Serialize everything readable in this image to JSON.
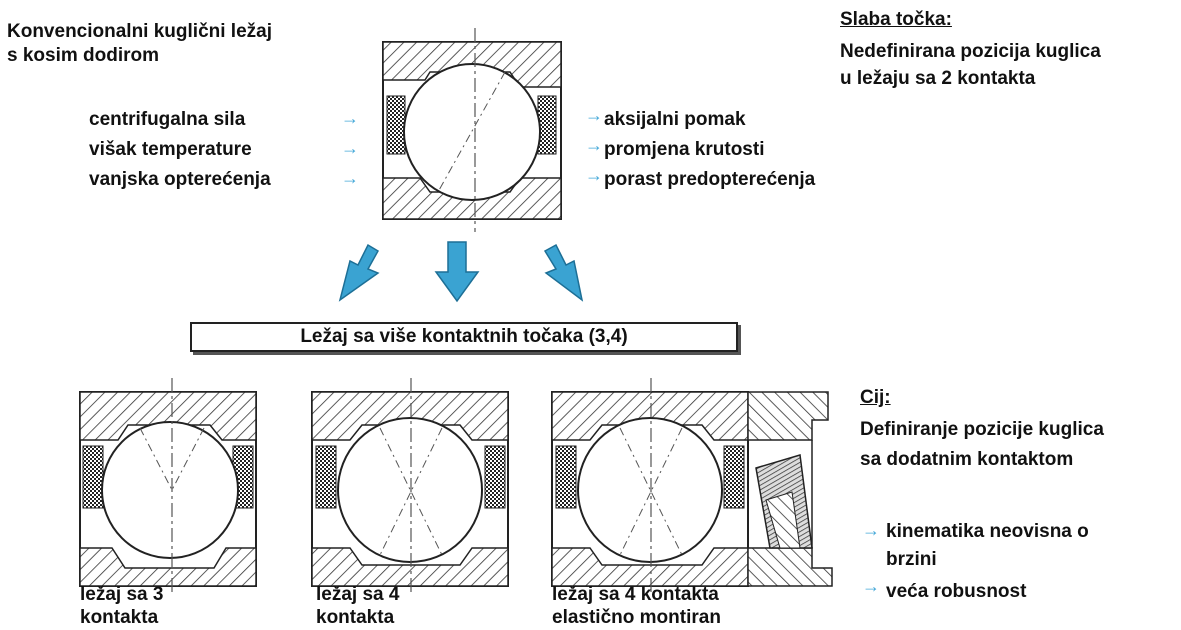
{
  "title": {
    "line1": "Konvencionalni kuglični ležaj",
    "line2": "s kosim dodirom"
  },
  "weak_point": {
    "heading": "Slaba točka:",
    "line1": "Nedefinirana pozicija kuglica",
    "line2": "u ležaju sa 2 kontakta"
  },
  "causes": [
    "centrifugalna sila",
    "višak temperature",
    "vanjska opterećenja"
  ],
  "effects": [
    "aksijalni pomak",
    "promjena krutosti",
    "porast predopterećenja"
  ],
  "multi_contact_box": "Ležaj sa više kontaktnih točaka (3,4)",
  "goal": {
    "heading": "Cij:",
    "line1": "Definiranje pozicije kuglica",
    "line2": "sa dodatnim kontaktom"
  },
  "benefits": {
    "b1_line1": "kinematika neovisna o",
    "b1_line2": "brzini",
    "b2": "veća robusnost"
  },
  "captions": {
    "b3": {
      "line1": "ležaj sa 3",
      "line2": "kontakta"
    },
    "b4": {
      "line1": "ležaj sa 4",
      "line2": "kontakta"
    },
    "b4e": {
      "line1": "ležaj sa 4 kontakta",
      "line2": "elastično montiran"
    }
  },
  "colors": {
    "arrow": "#45a8d8",
    "hatch": "#333333"
  }
}
